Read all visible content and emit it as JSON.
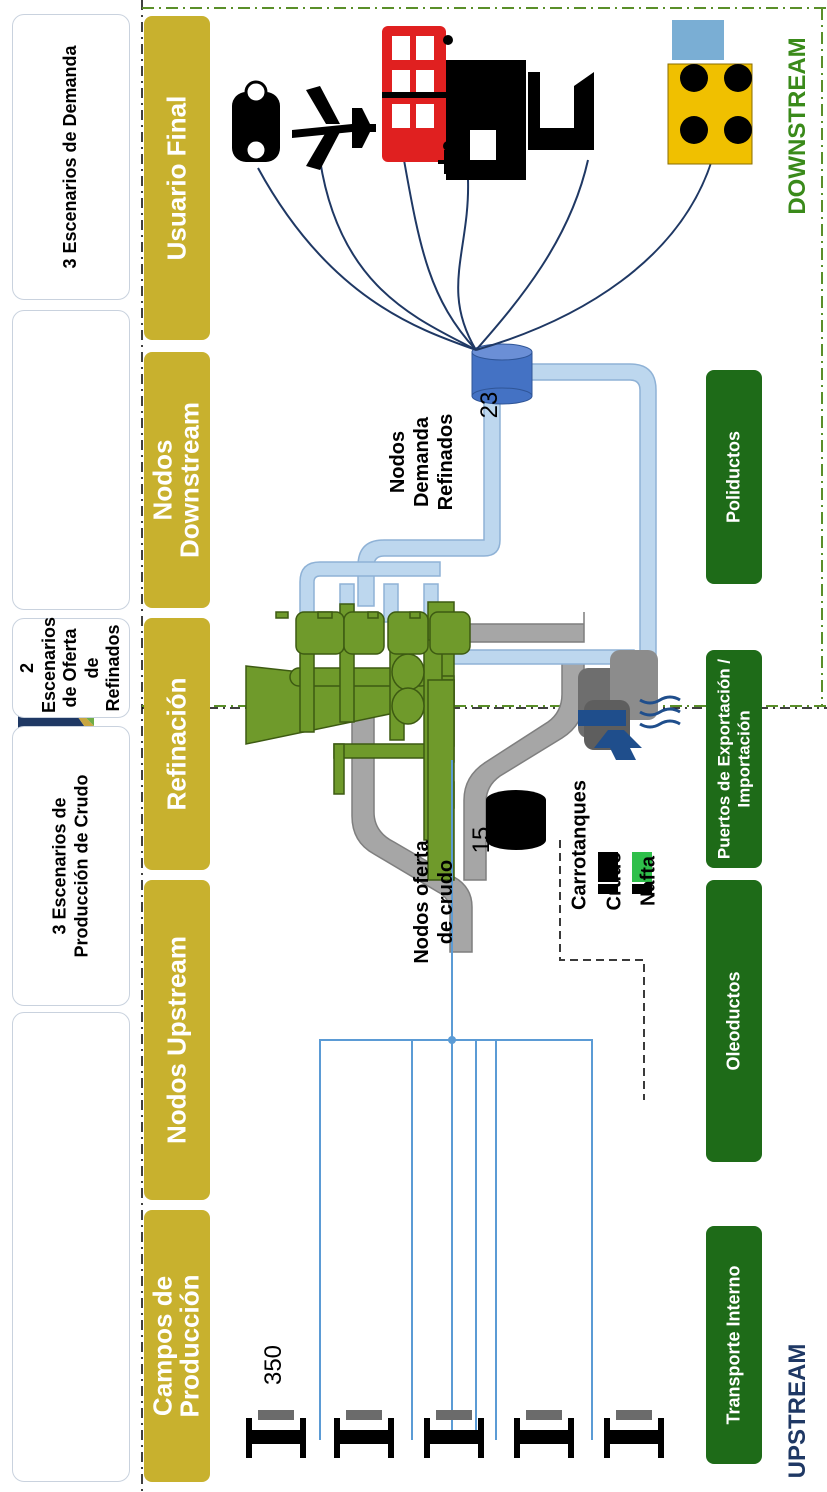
{
  "left_cards": {
    "demanda": "3 Escenarios de Demanda",
    "oferta_refinados": "2 Escenarios de Oferta de Refinados",
    "produccion_crudo": "3  Escenarios  de  Producción de Crudo"
  },
  "stages": {
    "usuario_final": "Usuario Final",
    "nodos_downstream": "Nodos Downstream",
    "refinacion": "Refinación",
    "nodos_upstream": "Nodos Upstream",
    "campos_produccion": "Campos de Producción"
  },
  "transport": {
    "poliductos": "Poliductos",
    "puertos": "Puertos de Exportación / Importación",
    "oleoductos": "Oleoductos",
    "transporte_interno": "Transporte Interno"
  },
  "sections": {
    "downstream": "DOWNSTREAM",
    "upstream": "UPSTREAM"
  },
  "labels": {
    "nodos_demanda": "Nodos Demanda Refinados",
    "nodos_demanda_count": "23",
    "nodos_oferta": "Nodos oferta de crudo",
    "nodos_oferta_count": "15",
    "carrotanques": "Carrotanques",
    "crudo": "Crudo",
    "nafta": "Nafta",
    "campos_count": "350"
  },
  "colors": {
    "stage_gold": "#c8b12e",
    "transport_green": "#1e6b18",
    "refinery_green": "#6f9a2b",
    "pipe_gray": "#a6a6a6",
    "pipe_blue": "#bdd7ee",
    "node_blue": "#4472c4",
    "downstream_text": "#3a8a1a",
    "upstream_text": "#1f3864",
    "curve_navy": "#1f3864"
  },
  "icons": [
    "car-icon",
    "airplane-icon",
    "bus-icon",
    "ship-icon",
    "factory-icon",
    "dump-truck-icon",
    "refinery-icon",
    "oil-drums-icon",
    "port-ship-icon",
    "tanker-truck-icon",
    "oil-derrick-icon",
    "storage-tank-icon"
  ]
}
